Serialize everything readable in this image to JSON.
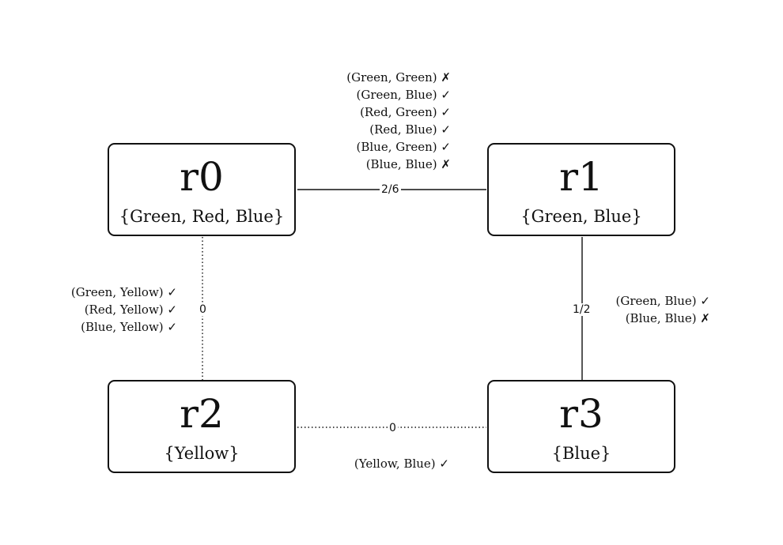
{
  "nodes": [
    {
      "name": "r0",
      "domain": "{Green, Red, Blue}"
    },
    {
      "name": "r1",
      "domain": "{Green, Blue}"
    },
    {
      "name": "r2",
      "domain": "{Yellow}"
    },
    {
      "name": "r3",
      "domain": "{Blue}"
    }
  ],
  "edges": [
    {
      "from": "r0",
      "to": "r1",
      "style": "solid",
      "label": "2/6",
      "pairs": [
        "(Green, Green) ✗",
        "(Green, Blue) ✓",
        "(Red, Green) ✓",
        "(Red, Blue) ✓",
        "(Blue, Green) ✓",
        "(Blue, Blue) ✗"
      ]
    },
    {
      "from": "r1",
      "to": "r3",
      "style": "solid",
      "label": "1/2",
      "pairs": [
        "(Green, Blue) ✓",
        "(Blue, Blue) ✗"
      ]
    },
    {
      "from": "r0",
      "to": "r2",
      "style": "dotted",
      "label": "0",
      "pairs": [
        "(Green, Yellow) ✓",
        "(Red, Yellow) ✓",
        "(Blue, Yellow) ✓"
      ]
    },
    {
      "from": "r2",
      "to": "r3",
      "style": "dotted",
      "label": "0",
      "pairs": [
        "(Yellow, Blue) ✓"
      ]
    }
  ]
}
